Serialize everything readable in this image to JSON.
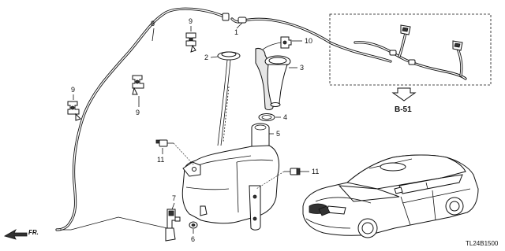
{
  "labels": {
    "p1": "1",
    "p2": "2",
    "p3": "3",
    "p4": "4",
    "p5": "5",
    "p6": "6",
    "p7": "7",
    "p8": "8",
    "p9a": "9",
    "p9b": "9",
    "p9c": "9",
    "p10": "10",
    "p11a": "11",
    "p11b": "11"
  },
  "callout": "B-51",
  "direction": "FR.",
  "diagram_code": "TL24B1500"
}
